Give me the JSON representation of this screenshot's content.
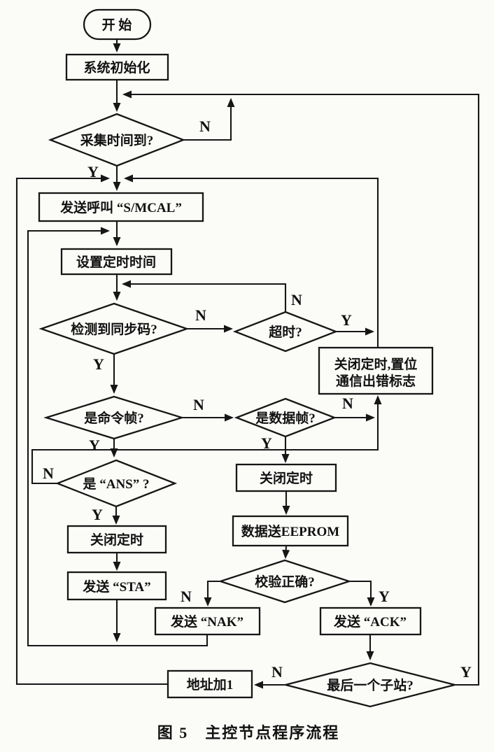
{
  "caption": "图 5　主控节点程序流程",
  "labels": {
    "y": "Y",
    "n": "N"
  },
  "colors": {
    "ink": "#161616",
    "paper": "#fbfbf8"
  },
  "nodes": {
    "start": {
      "label": "开  始"
    },
    "init": {
      "label": "系统初始化"
    },
    "collect_time": {
      "label": "采集时间到?"
    },
    "send_call": {
      "label": "发送呼叫 “S/MCAL”"
    },
    "set_timer": {
      "label": "设置定时时间"
    },
    "sync_detected": {
      "label": "检测到同步码?"
    },
    "timeout": {
      "label": "超时?"
    },
    "error_flag": {
      "line1": "关闭定时,置位",
      "line2": "通信出错标志"
    },
    "is_command_frame": {
      "label": "是命令帧?"
    },
    "is_data_frame": {
      "label": "是数据帧?"
    },
    "is_ans": {
      "label": "是 “ANS” ?"
    },
    "close_timer_left": {
      "label": "关闭定时"
    },
    "send_sta": {
      "label": "发送 “STA”"
    },
    "close_timer_right": {
      "label": "关闭定时"
    },
    "data_to_eeprom": {
      "label": "数据送EEPROM"
    },
    "checksum_ok": {
      "label": "校验正确?"
    },
    "send_nak": {
      "label": "发送 “NAK”"
    },
    "send_ack": {
      "label": "发送 “ACK”"
    },
    "last_substation": {
      "label": "最后一个子站?"
    },
    "addr_inc": {
      "label": "地址加1"
    }
  }
}
